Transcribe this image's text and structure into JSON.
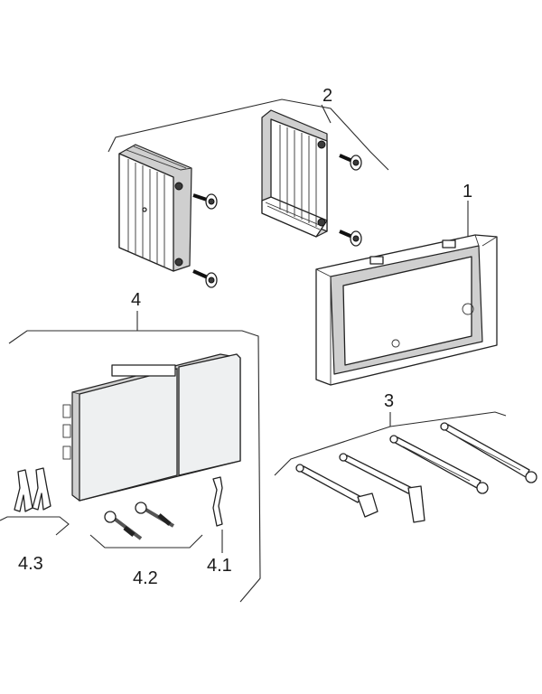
{
  "labels": {
    "frame": "1",
    "brackets": "2",
    "studs": "3",
    "plate": "4",
    "clip": "4.1",
    "screws": "4.2",
    "mounts": "4.3"
  },
  "colors": {
    "line": "#2b2b2b",
    "fill": "#ffffff",
    "shade": "#cfcfcf",
    "dark": "#3a3a3a"
  }
}
